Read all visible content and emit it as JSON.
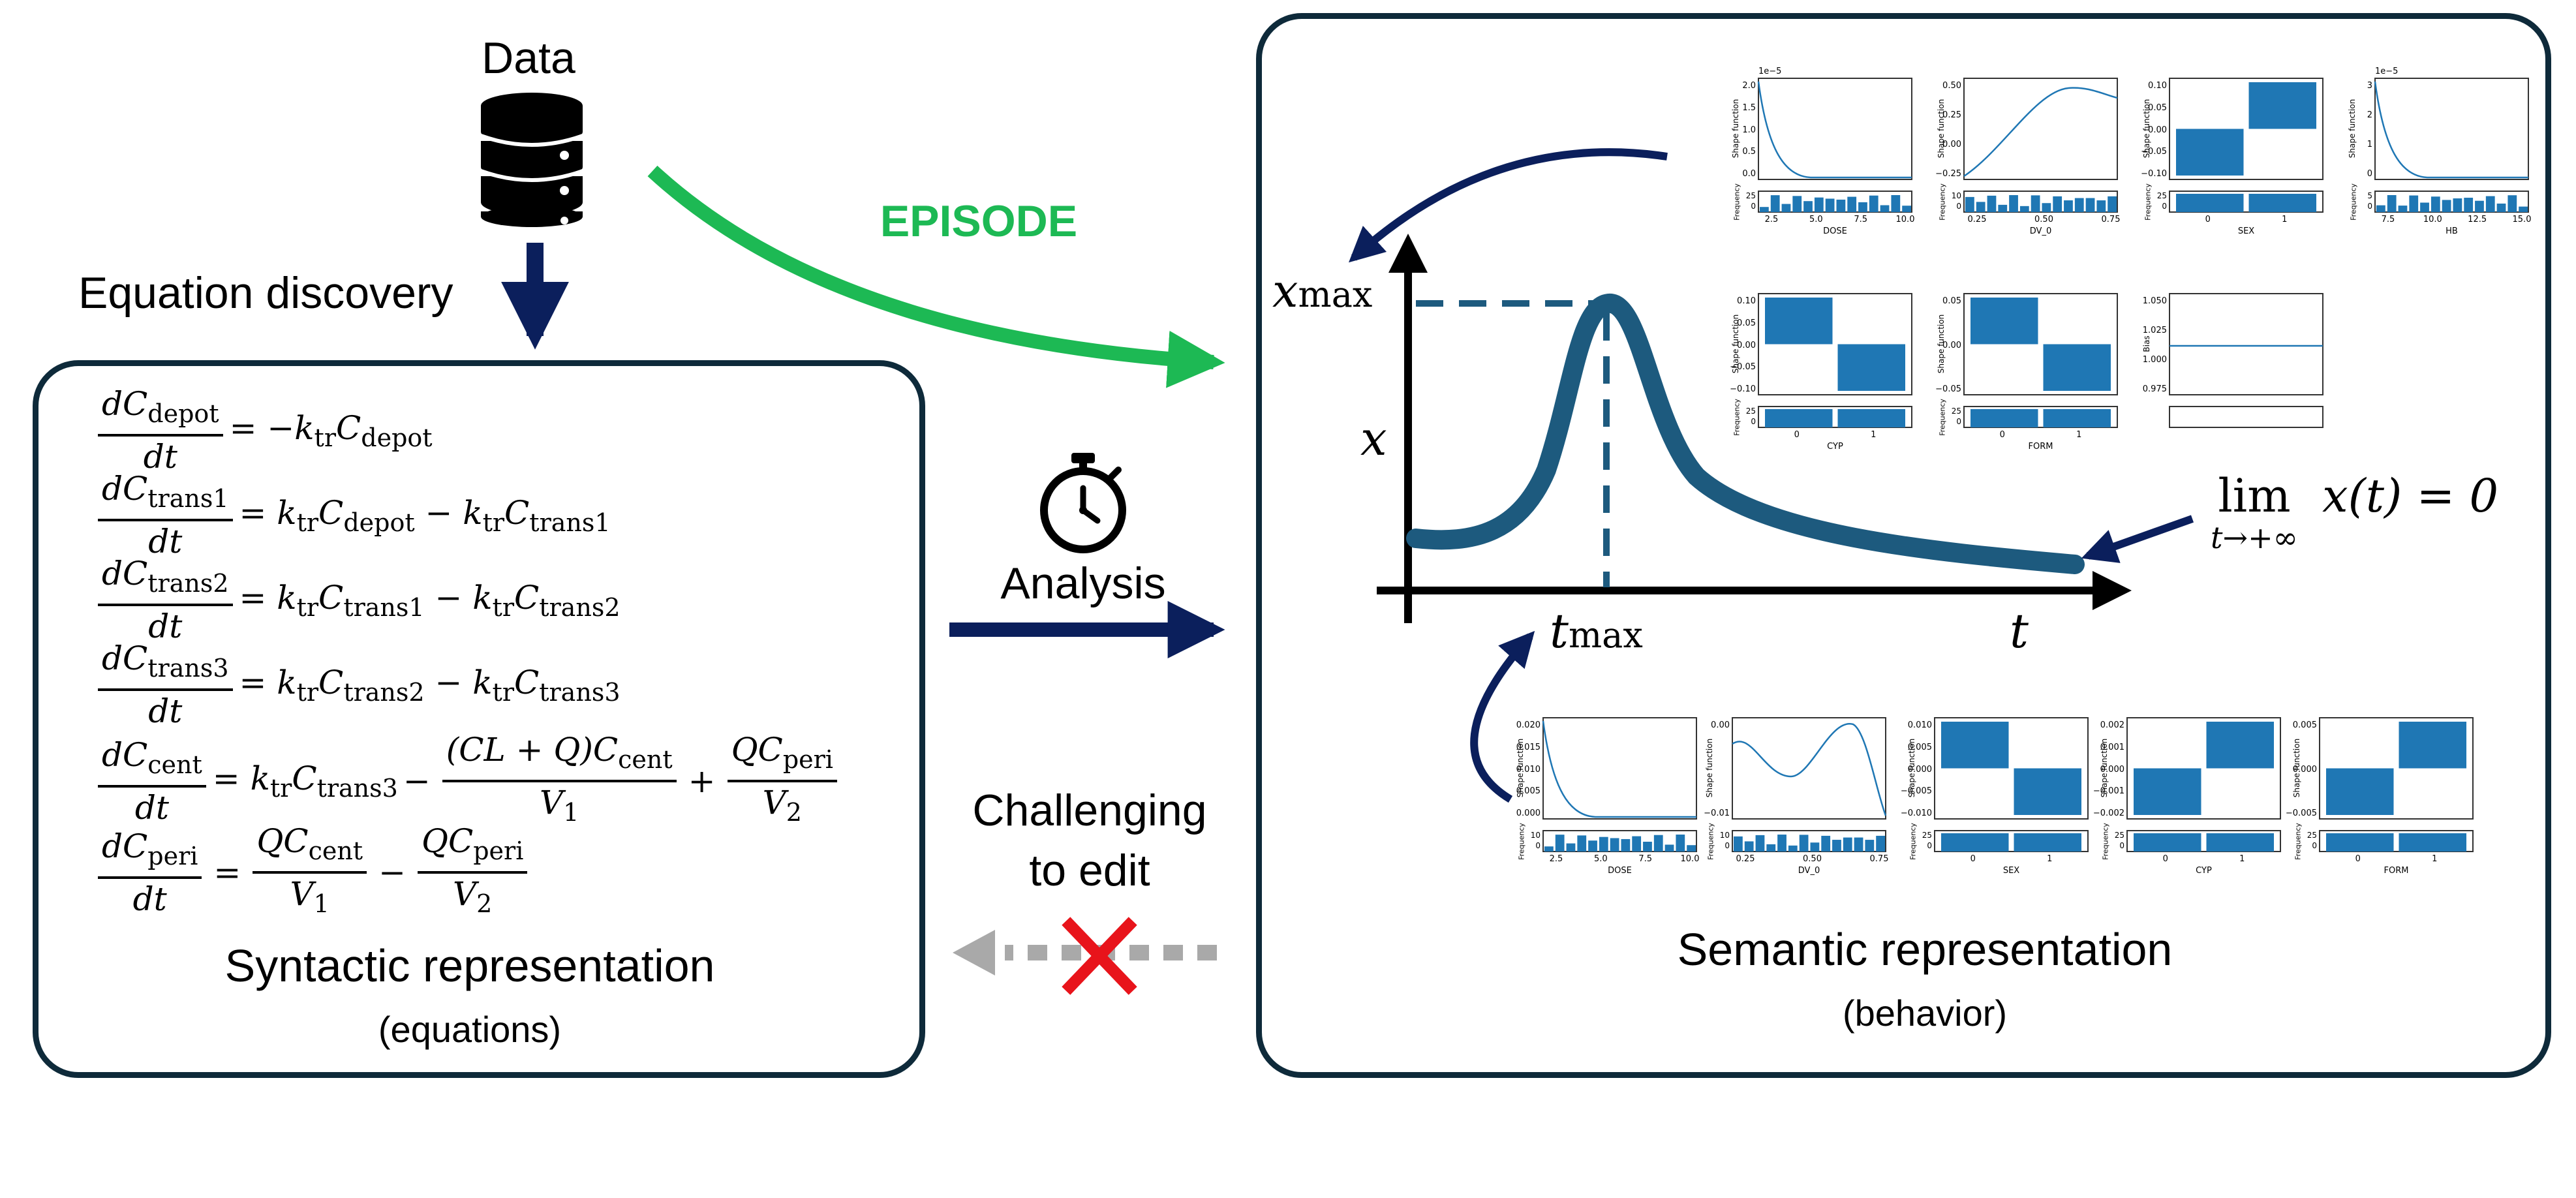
{
  "colors": {
    "navy": "#0b1f5c",
    "green": "#1db954",
    "panel_border": "#0e2a3a",
    "curve": "#1d5a7e",
    "bar": "#1f77b4",
    "cross": "#e8141b",
    "dotted": "#a9a9a9"
  },
  "icons": [
    "database-icon",
    "stopwatch-icon",
    "cross-icon"
  ],
  "left": {
    "data_label": "Data",
    "equation_discovery": "Equation discovery",
    "title": "Syntactic representation",
    "subtitle": "(equations)"
  },
  "middle": {
    "episode": "EPISODE",
    "analysis": "Analysis",
    "challenging_line1": "Challenging",
    "challenging_line2": "to edit"
  },
  "right": {
    "title": "Semantic representation",
    "subtitle": "(behavior)",
    "x_label": "x",
    "x_max_label": "x",
    "x_max_sub": "max",
    "t_label": "t",
    "t_max_label": "t",
    "t_max_sub": "max",
    "limit_op": "lim",
    "limit_sub": "t→+∞",
    "limit_expr": "x(t) = 0"
  },
  "equations": [
    {
      "lhs_top": "dC",
      "lhs_top_sub": "depot",
      "lhs_bottom": "dt",
      "rhs": "= −k",
      "rhs_sub1": "tr",
      "rhs_rest": "C",
      "rhs_sub2": "depot"
    },
    {
      "lhs_top": "dC",
      "lhs_top_sub": "trans1",
      "lhs_bottom": "dt",
      "rhs": "= k",
      "rhs_sub1": "tr",
      "rhs_rest": "C",
      "rhs_sub2": "depot",
      "tail": " − k",
      "tail_sub1": "tr",
      "tail_rest": "C",
      "tail_sub2": "trans1"
    },
    {
      "lhs_top": "dC",
      "lhs_top_sub": "trans2",
      "lhs_bottom": "dt",
      "rhs": "= k",
      "rhs_sub1": "tr",
      "rhs_rest": "C",
      "rhs_sub2": "trans1",
      "tail": " − k",
      "tail_sub1": "tr",
      "tail_rest": "C",
      "tail_sub2": "trans2"
    },
    {
      "lhs_top": "dC",
      "lhs_top_sub": "trans3",
      "lhs_bottom": "dt",
      "rhs": "= k",
      "rhs_sub1": "tr",
      "rhs_rest": "C",
      "rhs_sub2": "trans2",
      "tail": " − k",
      "tail_sub1": "tr",
      "tail_rest": "C",
      "tail_sub2": "trans3"
    },
    {
      "lhs_top": "dC",
      "lhs_top_sub": "cent",
      "lhs_bottom": "dt",
      "rhs": "= k",
      "rhs_sub1": "tr",
      "rhs_rest": "C",
      "rhs_sub2": "trans3",
      "frac1_top": "(CL + Q)C",
      "frac1_top_sub": "cent",
      "frac1_bottom": "V",
      "frac1_bottom_sub": "1",
      "frac2_top": "QC",
      "frac2_top_sub": "peri",
      "frac2_bottom": "V",
      "frac2_bottom_sub": "2"
    },
    {
      "lhs_top": "dC",
      "lhs_top_sub": "peri",
      "lhs_bottom": "dt",
      "frac1_top": "QC",
      "frac1_top_sub": "cent",
      "frac1_bottom": "V",
      "frac1_bottom_sub": "1",
      "frac2_top": "QC",
      "frac2_top_sub": "peri",
      "frac2_bottom": "V",
      "frac2_bottom_sub": "2"
    }
  ],
  "shape_plots_top": [
    {
      "feature": "DOSE",
      "type": "line",
      "ylabel": "Shape function",
      "sci": "1e−5",
      "yticks": [
        "2.0",
        "1.5",
        "1.0",
        "0.5",
        "0.0"
      ],
      "xticks": [
        "2.5",
        "5.0",
        "7.5",
        "10.0"
      ],
      "hist_yticks": [
        "25",
        "0"
      ],
      "hist_ylabel": "Frequency"
    },
    {
      "feature": "DV_0",
      "type": "line",
      "ylabel": "Shape function",
      "yticks": [
        "0.50",
        "0.25",
        "0.00",
        "−0.25"
      ],
      "xticks": [
        "0.25",
        "0.50",
        "0.75"
      ],
      "hist_yticks": [
        "10",
        "0"
      ],
      "hist_ylabel": "Frequency"
    },
    {
      "feature": "SEX",
      "type": "bar",
      "ylabel": "Shape function",
      "yticks": [
        "0.10",
        "0.05",
        "0.00",
        "−0.05",
        "−0.10"
      ],
      "xticks": [
        "0",
        "1"
      ],
      "hist_yticks": [
        "25",
        "0"
      ],
      "hist_ylabel": "Frequency"
    },
    {
      "feature": "HB",
      "type": "line",
      "ylabel": "Shape function",
      "sci": "1e−5",
      "yticks": [
        "3",
        "2",
        "1",
        "0"
      ],
      "xticks": [
        "7.5",
        "10.0",
        "12.5",
        "15.0"
      ],
      "hist_yticks": [
        "5",
        "0"
      ],
      "hist_ylabel": "Frequency"
    },
    {
      "feature": "CYP",
      "type": "bar",
      "ylabel": "Shape function",
      "yticks": [
        "0.10",
        "0.05",
        "0.00",
        "−0.05",
        "−0.10"
      ],
      "xticks": [
        "0",
        "1"
      ],
      "hist_yticks": [
        "25",
        "0"
      ],
      "hist_ylabel": "Frequency"
    },
    {
      "feature": "FORM",
      "type": "bar",
      "ylabel": "Shape function",
      "yticks": [
        "0.05",
        "0.00",
        "−0.05"
      ],
      "xticks": [
        "0",
        "1"
      ],
      "hist_yticks": [
        "25",
        "0"
      ],
      "hist_ylabel": "Frequency"
    },
    {
      "feature": "",
      "type": "flat",
      "ylabel": "Bias",
      "yticks": [
        "1.050",
        "1.025",
        "1.000",
        "0.975"
      ],
      "xticks": [],
      "hist_yticks": [],
      "hist_ylabel": ""
    }
  ],
  "shape_plots_bottom": [
    {
      "feature": "DOSE",
      "type": "line",
      "ylabel": "Shape function",
      "yticks": [
        "0.020",
        "0.015",
        "0.010",
        "0.005",
        "0.000"
      ],
      "xticks": [
        "2.5",
        "5.0",
        "7.5",
        "10.0"
      ],
      "hist_yticks": [
        "10",
        "0"
      ],
      "hist_ylabel": "Frequency"
    },
    {
      "feature": "DV_0",
      "type": "line",
      "ylabel": "Shape function",
      "yticks": [
        "0.00",
        "−0.01"
      ],
      "xticks": [
        "0.25",
        "0.50",
        "0.75"
      ],
      "hist_yticks": [
        "10",
        "0"
      ],
      "hist_ylabel": "Frequency"
    },
    {
      "feature": "SEX",
      "type": "bar",
      "ylabel": "Shape function",
      "yticks": [
        "0.010",
        "0.005",
        "0.000",
        "−0.005",
        "−0.010"
      ],
      "xticks": [
        "0",
        "1"
      ],
      "hist_yticks": [
        "25",
        "0"
      ],
      "hist_ylabel": "Frequency"
    },
    {
      "feature": "CYP",
      "type": "bar",
      "ylabel": "Shape function",
      "yticks": [
        "0.002",
        "0.001",
        "0.000",
        "−0.001",
        "−0.002"
      ],
      "xticks": [
        "0",
        "1"
      ],
      "hist_yticks": [
        "25",
        "0"
      ],
      "hist_ylabel": "Frequency"
    },
    {
      "feature": "FORM",
      "type": "bar",
      "ylabel": "Shape function",
      "yticks": [
        "0.005",
        "0.000",
        "−0.005"
      ],
      "xticks": [
        "0",
        "1"
      ],
      "hist_yticks": [
        "25",
        "0"
      ],
      "hist_ylabel": "Frequency"
    }
  ]
}
